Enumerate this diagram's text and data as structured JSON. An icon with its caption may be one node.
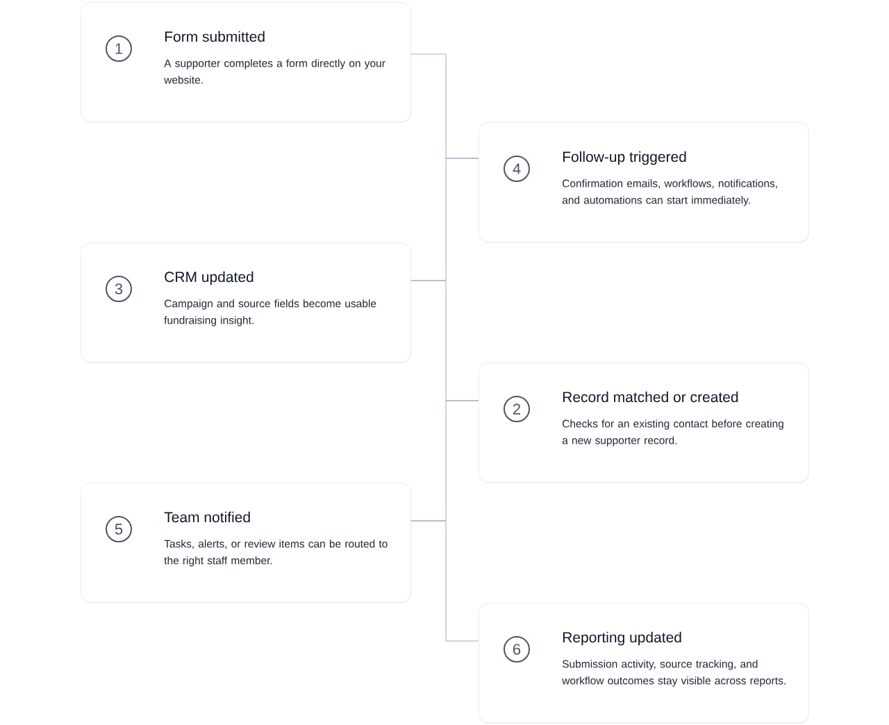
{
  "diagram": {
    "nodes": [
      {
        "text": [
          "1",
          "Form submitted",
          "A supporter completes a form directly on your website."
        ]
      },
      {
        "text": [
          "4",
          "Follow-up triggered",
          "Confirmation emails, workflows, notifications, and automations can start immediately."
        ]
      },
      {
        "text": [
          "3",
          "CRM updated",
          "Campaign and source fields become usable fundraising insight."
        ]
      },
      {
        "text": [
          "2",
          "Record matched or created",
          "Checks for an existing contact before creating a new supporter record."
        ]
      },
      {
        "text": [
          "5",
          "Team notified",
          "Tasks, alerts, or review items can be routed to the right staff member."
        ]
      },
      {
        "text": [
          "6",
          "Reporting updated",
          "Submission activity, source tracking, and workflow outcomes stay visible across reports."
        ]
      }
    ],
    "edges": [
      {
        "from": 0,
        "to": 1,
        "arrow": "none"
      },
      {
        "from": 1,
        "to": 2,
        "arrow": "none"
      },
      {
        "from": 2,
        "to": 3,
        "arrow": "none"
      },
      {
        "from": 3,
        "to": 4,
        "arrow": "none"
      },
      {
        "from": 4,
        "to": 5,
        "arrow": "none"
      }
    ]
  }
}
